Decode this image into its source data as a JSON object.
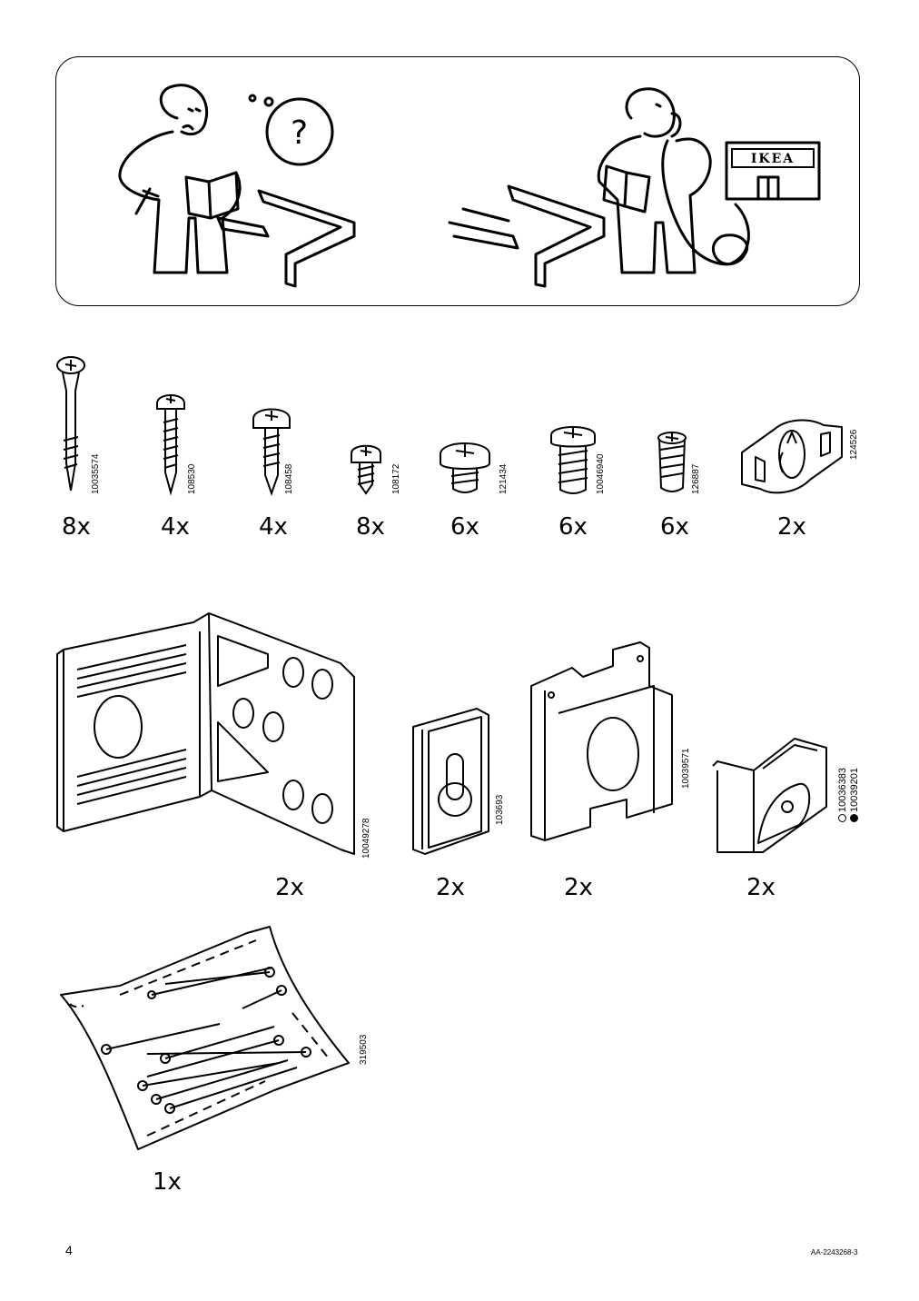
{
  "header_panel": {
    "store_sign": "IKEA",
    "question_mark": "?"
  },
  "fittings": [
    {
      "code": "10035574",
      "qty": "8x"
    },
    {
      "code": "108530",
      "qty": "4x"
    },
    {
      "code": "108458",
      "qty": "4x"
    },
    {
      "code": "108172",
      "qty": "8x"
    },
    {
      "code": "121434",
      "qty": "6x"
    },
    {
      "code": "10046940",
      "qty": "6x"
    },
    {
      "code": "126887",
      "qty": "6x"
    },
    {
      "code": "124526",
      "qty": "2x"
    }
  ],
  "brackets": [
    {
      "code": "10049278",
      "qty": "2x"
    },
    {
      "code": "103693",
      "qty": "2x"
    },
    {
      "code": "10039571",
      "qty": "2x"
    },
    {
      "code_white": "10036383",
      "code_black": "10039201",
      "qty": "2x"
    }
  ],
  "nail_bag": {
    "code": "319503",
    "qty": "1x"
  },
  "footer": {
    "page_number": "4",
    "doc_code": "AA-2243268-3"
  }
}
